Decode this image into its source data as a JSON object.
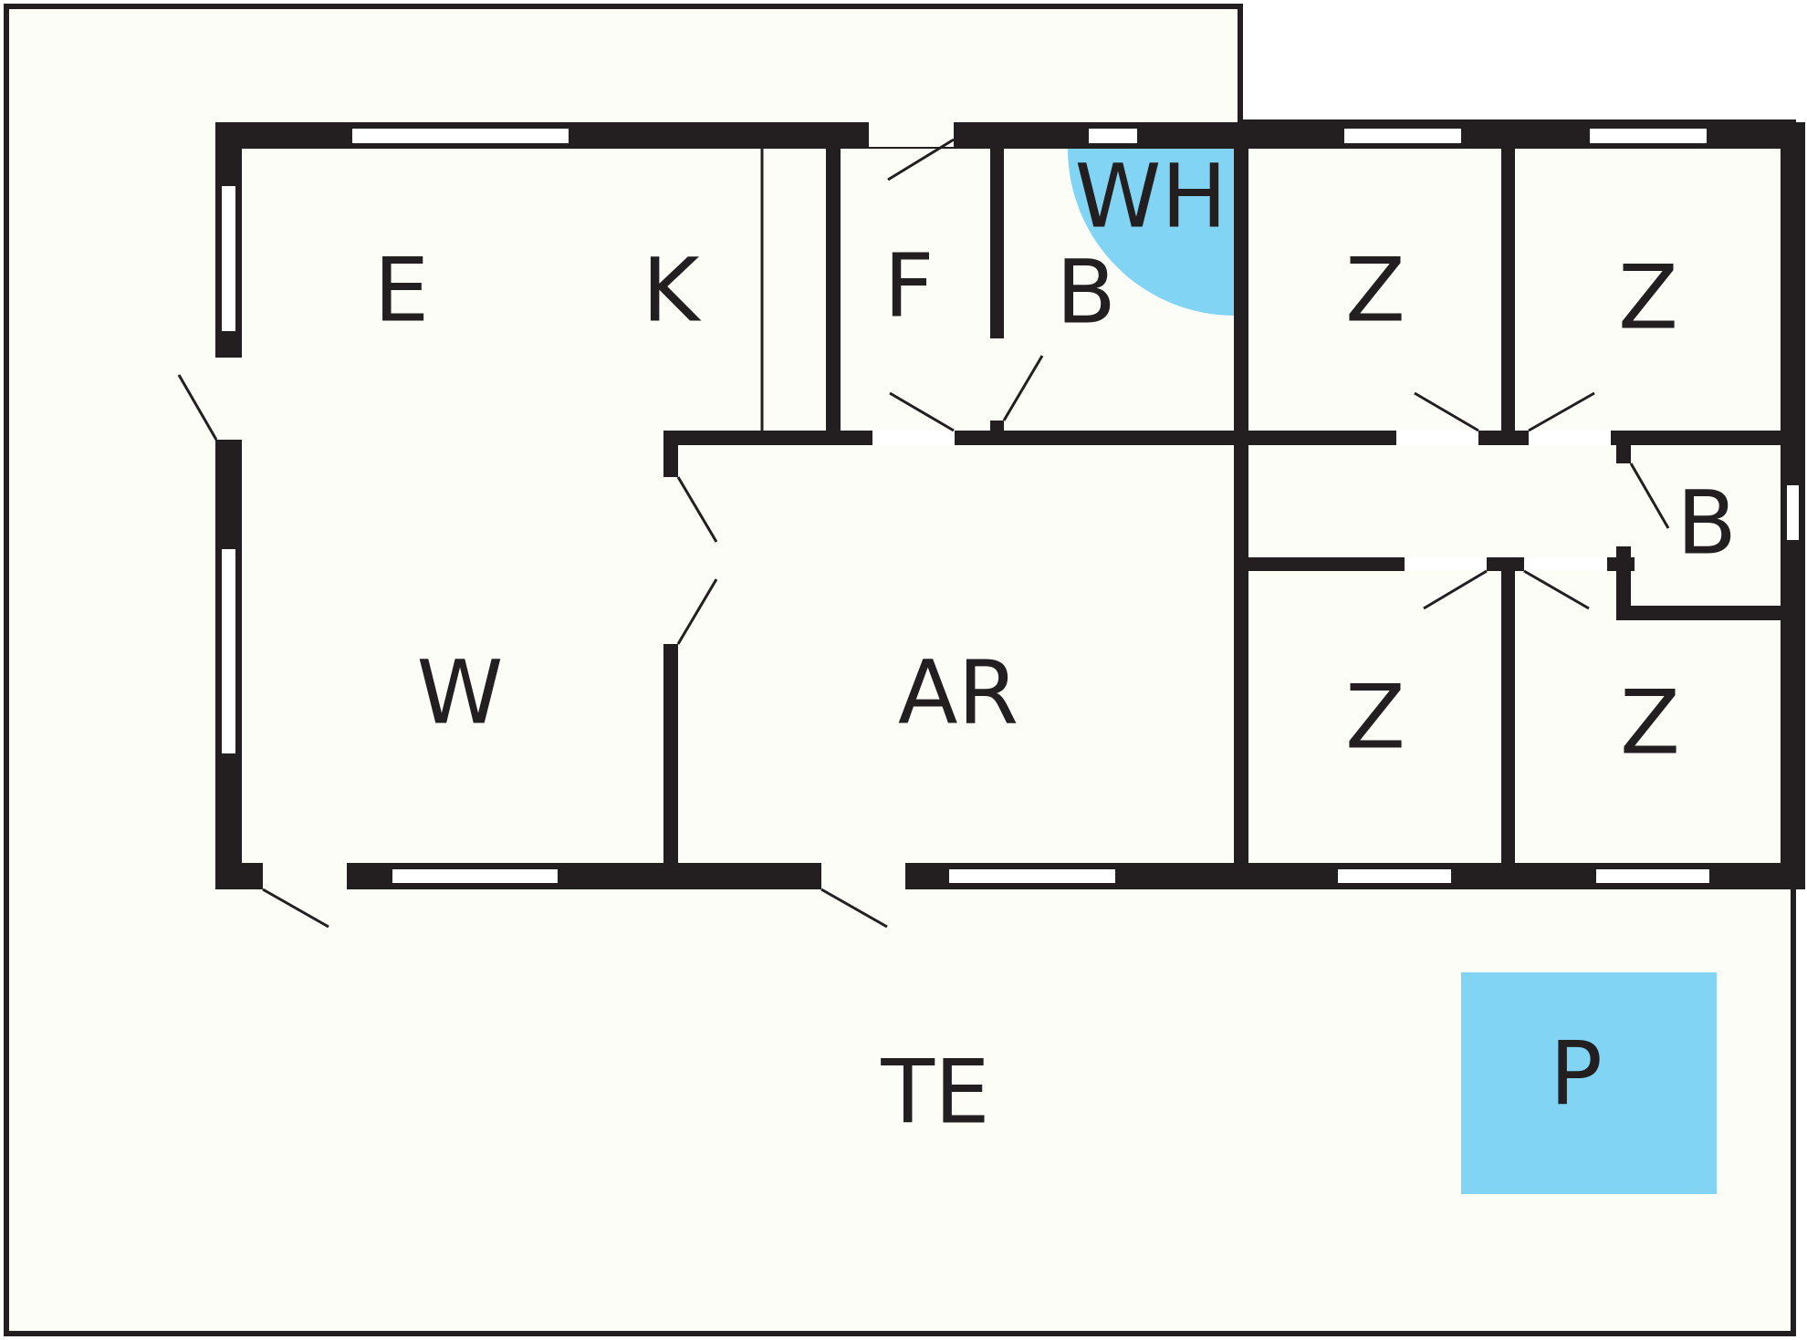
{
  "colors": {
    "background": "#fdfdf8",
    "wall": "#231f20",
    "accent": "#82d4f5",
    "opening": "#ffffff"
  },
  "rooms": {
    "E": "E",
    "K": "K",
    "F": "F",
    "B_top": "B",
    "WH": "WH",
    "Z_top_left": "Z",
    "Z_top_right": "Z",
    "W": "W",
    "AR": "AR",
    "B_right": "B",
    "Z_bottom_left": "Z",
    "Z_bottom_right": "Z",
    "TE": "TE",
    "P": "P"
  }
}
